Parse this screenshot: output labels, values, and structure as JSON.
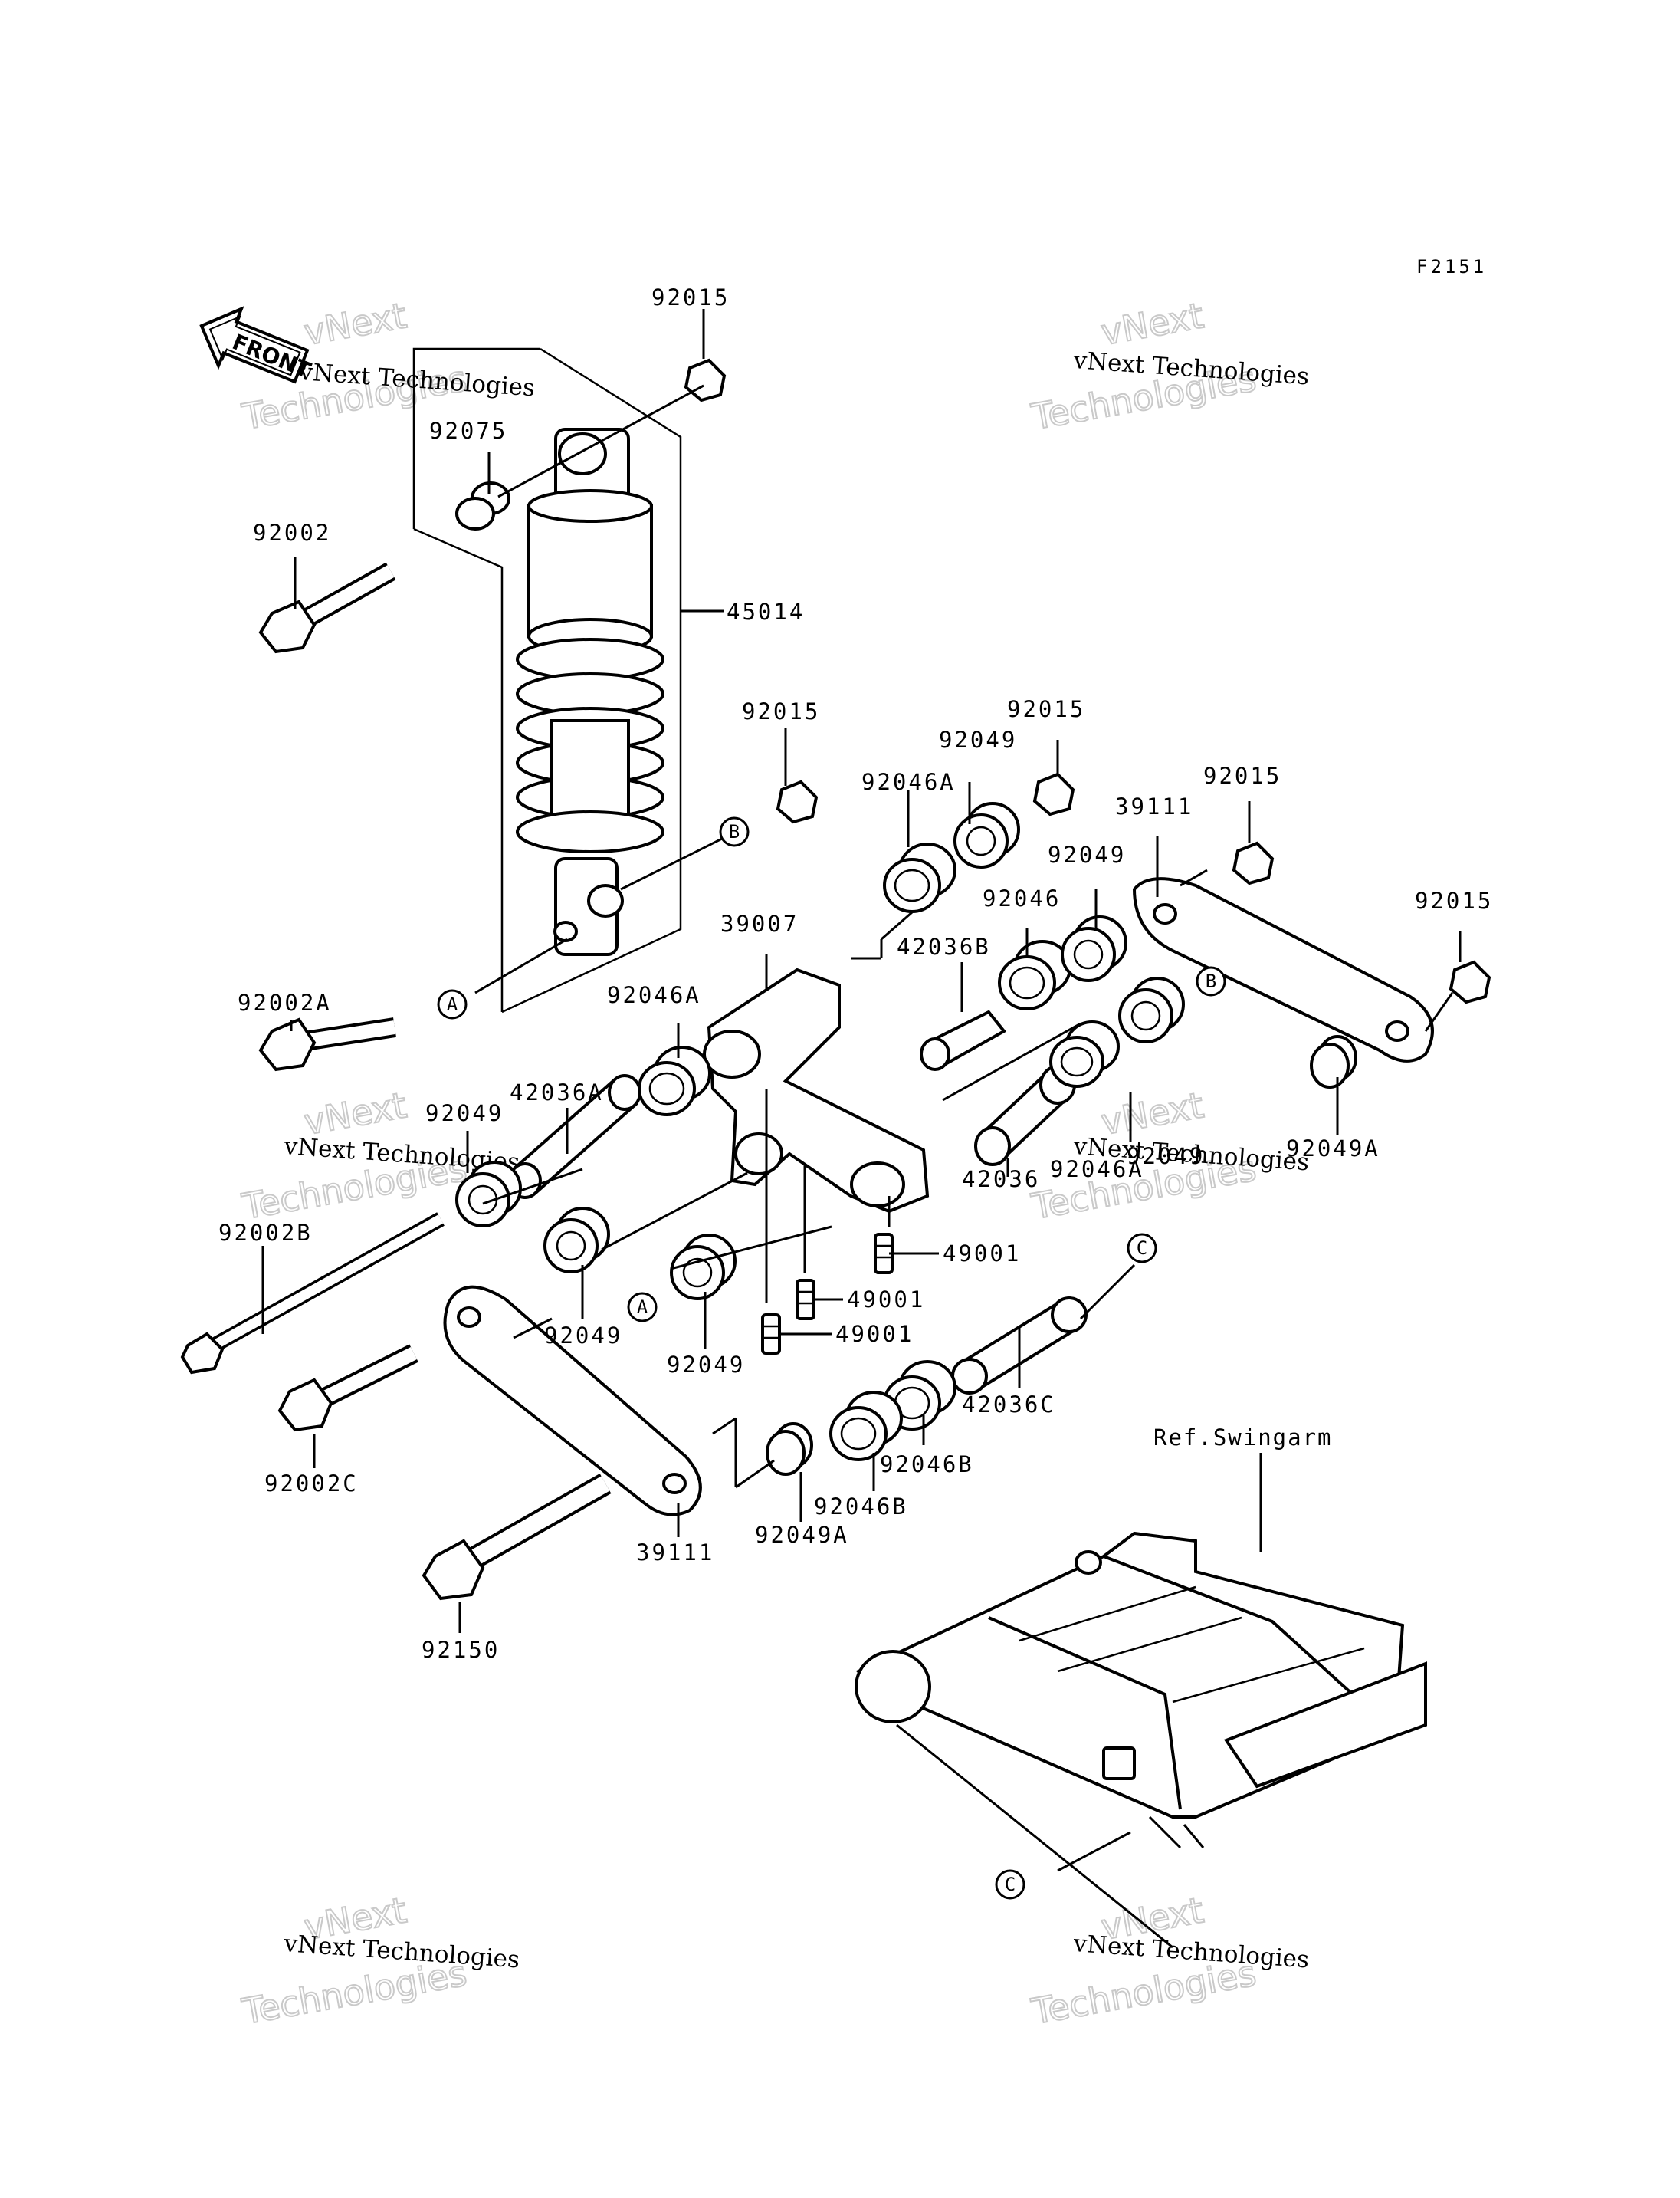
{
  "figure_code": "F2151",
  "front_arrow": {
    "label": "FRONT",
    "icon": "front-arrow-icon"
  },
  "ref_swingarm_label": "Ref.Swingarm",
  "ref_letters": {
    "a": "A",
    "b": "B",
    "c": "C"
  },
  "parts": {
    "p92015_top": "92015",
    "p92075": "92075",
    "p92002": "92002",
    "p45014": "45014",
    "p92015_b": "92015",
    "p92015_c": "92015",
    "p92049_a": "92049",
    "p92046A_a": "92046A",
    "p39111_r": "39111",
    "p92015_d": "92015",
    "p92049_b": "92049",
    "p92046": "92046",
    "p92015_e": "92015",
    "p39007": "39007",
    "p42036B": "42036B",
    "p92002A": "92002A",
    "p92046A_b": "92046A",
    "p42036A": "42036A",
    "p92049_c": "92049",
    "p92049_d": "92049",
    "p92046A_c": "92046A",
    "p92049A_r": "92049A",
    "p42036": "42036",
    "p92002B": "92002B",
    "p49001_a": "49001",
    "p49001_b": "49001",
    "p49001_c": "49001",
    "p92049_e": "92049",
    "p92049_f": "92049",
    "p42036C": "42036C",
    "p92002C": "92002C",
    "p92046B_a": "92046B",
    "p92046B_b": "92046B",
    "p39111_l": "39111",
    "p92049A_l": "92049A",
    "p92150": "92150"
  },
  "watermarks": {
    "small": "vNext Technologies",
    "big_top": "vNext",
    "big_bottom": "Technologies"
  }
}
